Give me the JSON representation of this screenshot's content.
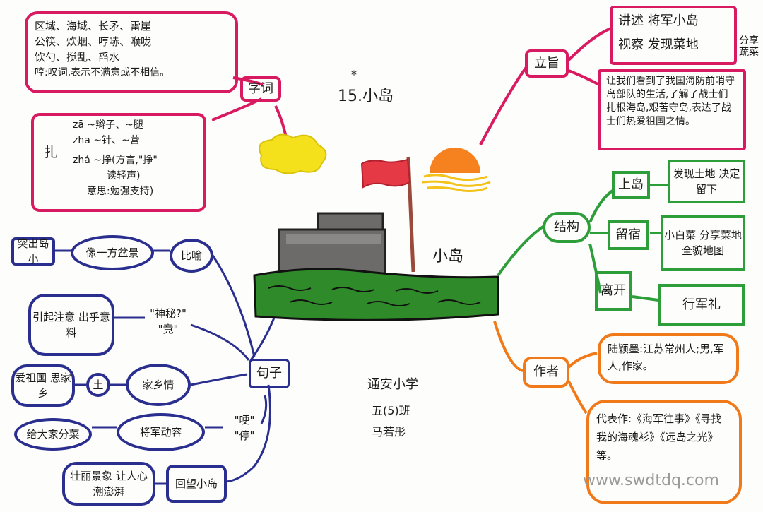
{
  "title": "15.小岛",
  "title_star": "*",
  "center_label": "小岛",
  "school": {
    "name": "通安小学",
    "class": "五(5)班",
    "student": "马若彤"
  },
  "watermark": "www.swdtdq.com",
  "colors": {
    "pink": "#d81b60",
    "green": "#2e9e3a",
    "blue": "#2a2f8f",
    "orange": "#f07a1a",
    "boat_hull": "#2f8a2a",
    "cabin": "#6d6a6a",
    "flag": "#e53946",
    "sun": "#f5811f",
    "cloud": "#f4e11b"
  },
  "ziici": {
    "label": "字词",
    "words": [
      "区域、海域、长矛、雷崖",
      "公筷、炊烟、哼哧、喉咙",
      "饮勺、搅乱、舀水"
    ],
    "heng_note": "哼:叹词,表示不满意或不相信。",
    "zha_char": "扎",
    "zha_lines": [
      "zā ~辫子、~腿",
      "zhā ~针、~营",
      "zhá ~挣(方言,\"挣\"",
      "读轻声)"
    ],
    "zha_meaning": "意思:勉强支持)"
  },
  "lizhi": {
    "label": "立旨",
    "line1": "讲述 将军小岛",
    "line2": "视察 发现菜地",
    "side_note": "分享蔬菜",
    "summary": "让我们看到了我国海防前哨守岛部队的生活,了解了战士们扎根海岛,艰苦守岛,表达了战士们热爱祖国之情。"
  },
  "jiegou": {
    "label": "结构",
    "items": [
      {
        "stage": "上岛",
        "detail": "发现土地 决定留下"
      },
      {
        "stage": "留宿",
        "detail": "小白菜 分享菜地全貌地图"
      },
      {
        "stage": "离开",
        "detail": "行军礼"
      }
    ]
  },
  "zuozhe": {
    "label": "作者",
    "bio": "陆颖墨:江苏常州人;男,军人,作家。",
    "works": "代表作:《海军往事》《寻找我的海魂衫》《远岛之光》等。"
  },
  "juzi": {
    "label": "句子",
    "r1": [
      "突出岛小",
      "像一方盆景",
      "比喻"
    ],
    "r2": [
      "引起注意 出乎意料",
      "\"神秘?\" \"竟\""
    ],
    "r3": [
      "爱祖国 思家乡",
      "土",
      "家乡情"
    ],
    "r4": [
      "给大家分菜",
      "将军动容",
      "\"哽\" \"停\""
    ],
    "r5": [
      "壮丽景象 让人心潮澎湃",
      "回望小岛"
    ]
  }
}
